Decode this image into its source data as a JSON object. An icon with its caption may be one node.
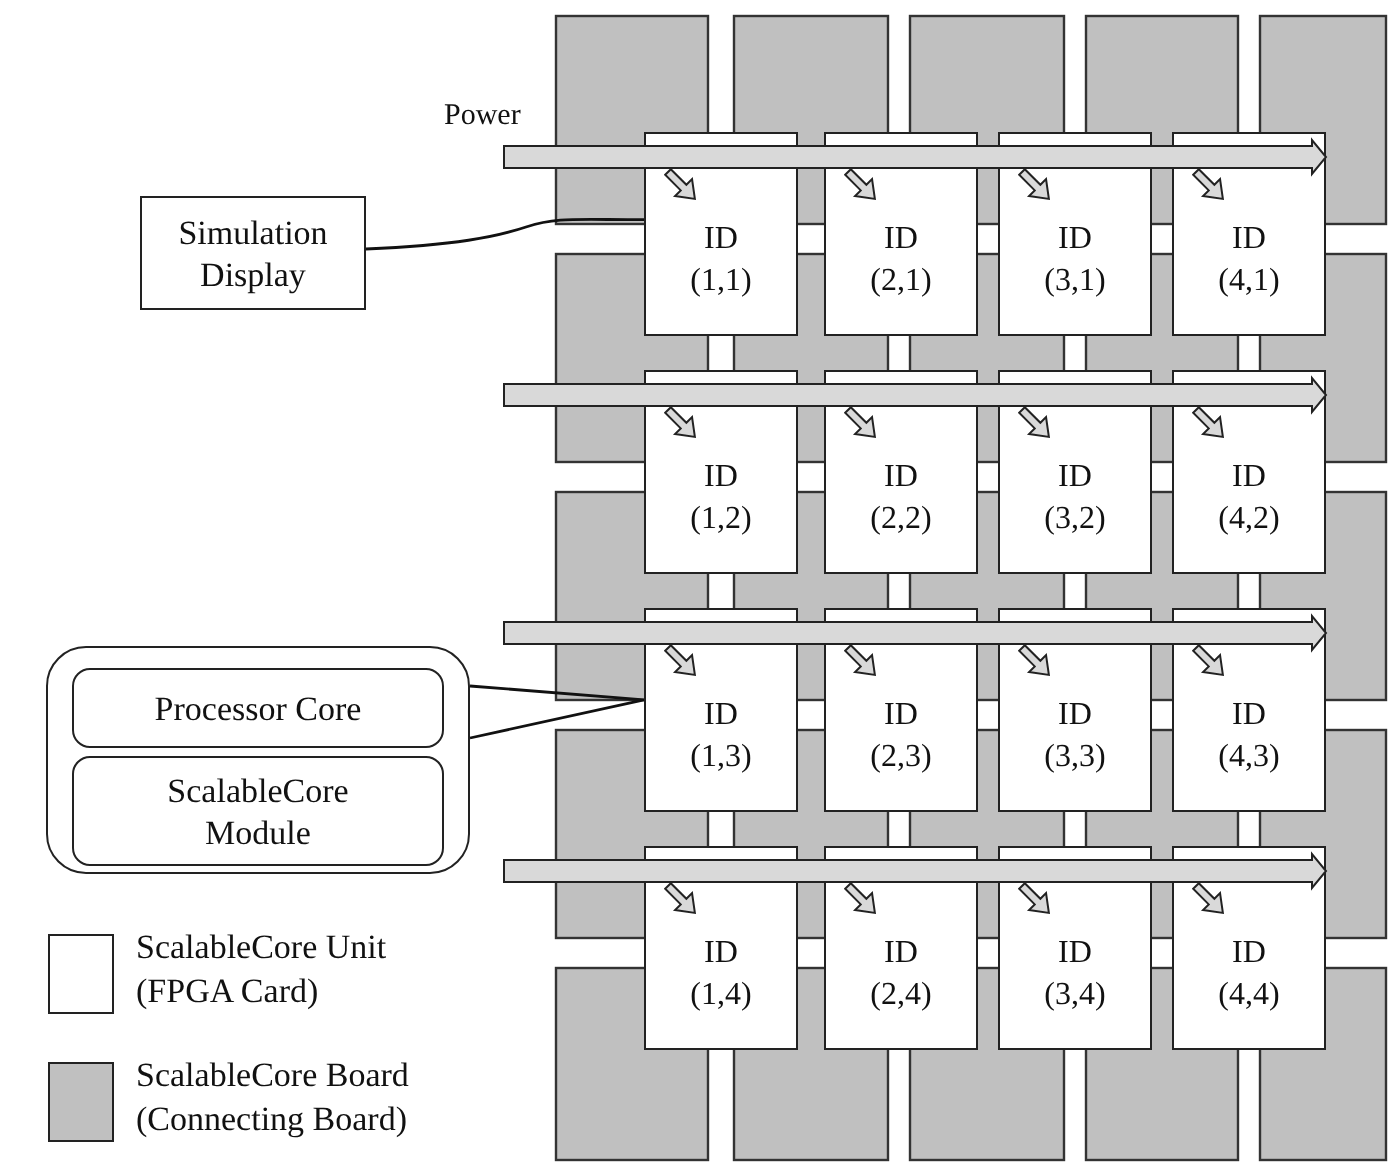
{
  "diagram": {
    "nodes": [
      {
        "text": [
          "Simulation Display"
        ]
      },
      {
        "text": [
          "ID (1,1)"
        ]
      },
      {
        "text": [
          "ID (2,1)"
        ]
      },
      {
        "text": [
          "ID (3,1)"
        ]
      },
      {
        "text": [
          "ID (4,1)"
        ]
      },
      {
        "text": [
          "ID (1,2)"
        ]
      },
      {
        "text": [
          "ID (2,2)"
        ]
      },
      {
        "text": [
          "ID (3,2)"
        ]
      },
      {
        "text": [
          "ID (4,2)"
        ]
      },
      {
        "text": [
          "ID (1,3)"
        ]
      },
      {
        "text": [
          "ID (2,3)"
        ]
      },
      {
        "text": [
          "ID (3,3)"
        ]
      },
      {
        "text": [
          "ID (4,3)"
        ]
      },
      {
        "text": [
          "ID (1,4)"
        ]
      },
      {
        "text": [
          "ID (2,4)"
        ]
      },
      {
        "text": [
          "ID (3,4)"
        ]
      },
      {
        "text": [
          "ID (4,4)"
        ]
      },
      {
        "text": [],
        "shape": "box"
      },
      {
        "text": [
          "Processor Core"
        ],
        "in": 17
      },
      {
        "text": [
          "ScalableCore Module"
        ],
        "in": 17
      }
    ],
    "edges": [
      {
        "from": 0,
        "to": 1,
        "arrow": "none"
      },
      {
        "from": 17,
        "to": 9,
        "arrow": "none"
      }
    ],
    "labels": [
      "Power"
    ],
    "legend": [
      {
        "text": "ScalableCore Unit (FPGA Card)",
        "color": "#ffffff"
      },
      {
        "text": "ScalableCore Board (Connecting Board)",
        "color": "#c0c0c0"
      }
    ]
  }
}
